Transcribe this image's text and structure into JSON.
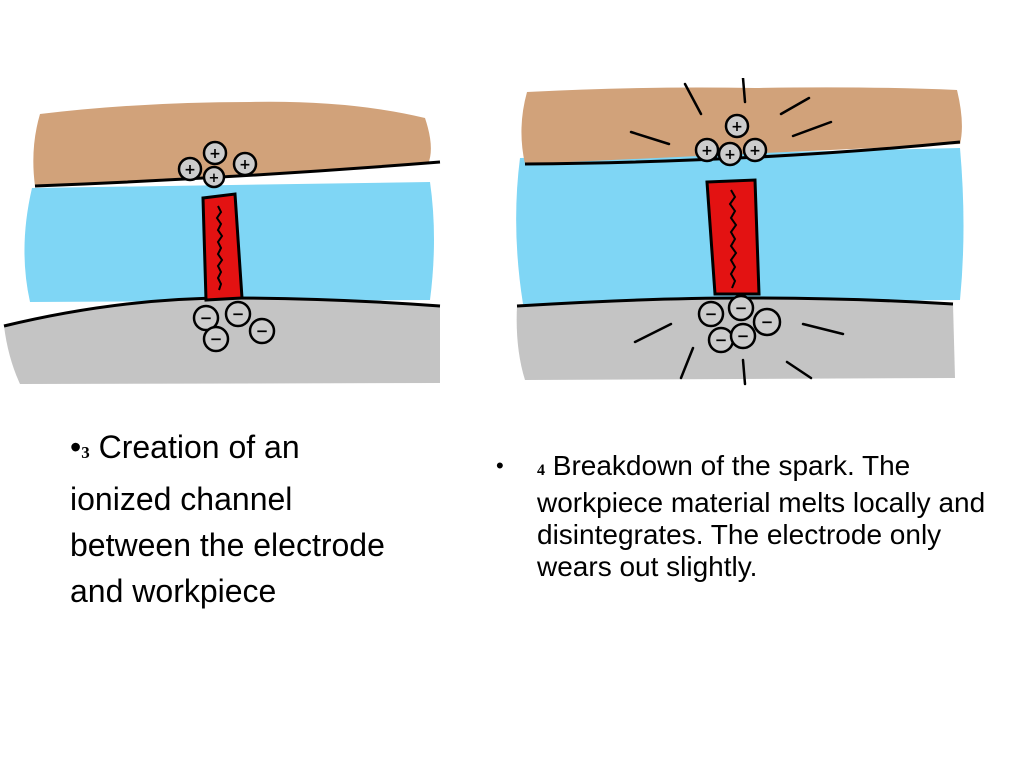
{
  "colors": {
    "electrode": "#d1a27a",
    "dielectric": "#7fd6f5",
    "workpiece": "#c4c4c4",
    "channel": "#e31212",
    "outline": "#000000",
    "particle": "#cccccc"
  },
  "particle_signs": {
    "positive": "+",
    "negative": "−"
  },
  "step3": {
    "bullet": "•",
    "number": "3",
    "text": "Creation of an ionized channel between the electrode and workpiece"
  },
  "step4": {
    "bullet": "•",
    "number": "4",
    "text": "Breakdown of the spark. The workpiece material melts locally and disintegrates. The electrode only wears out slightly."
  }
}
